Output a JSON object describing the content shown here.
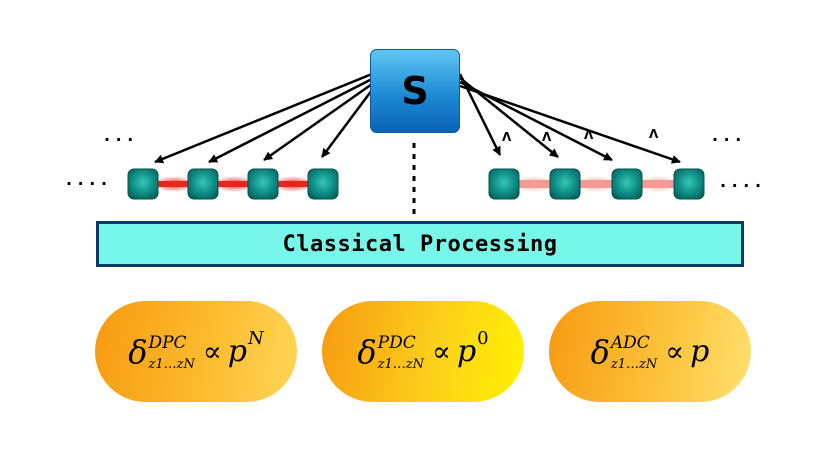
{
  "source": {
    "label": "S"
  },
  "classical_processing": {
    "label": "Classical Processing"
  },
  "ellipsis": {
    "dots3": "· · ·",
    "dots4": "· · · ·"
  },
  "lambda_label": "Λ",
  "formulas": [
    {
      "delta": "δ",
      "superscript": "DPC",
      "subscript": "z1…zN",
      "proportional": "∝",
      "variable": "p",
      "exponent": "N",
      "exponent_style": "italic"
    },
    {
      "delta": "δ",
      "superscript": "PDC",
      "subscript": "z1…zN",
      "proportional": "∝",
      "variable": "p",
      "exponent": "0",
      "exponent_style": "upright"
    },
    {
      "delta": "δ",
      "superscript": "ADC",
      "subscript": "z1…zN",
      "proportional": "∝",
      "variable": "p",
      "exponent": "",
      "exponent_style": "none"
    }
  ],
  "colors": {
    "node": "#0e8f86",
    "link_dark": "#e8251c",
    "link_light": "#f39a92",
    "source_top": "#62c8f5",
    "source_bottom": "#0b63b5",
    "processing_fill": "#76f7ea",
    "processing_border": "#0d3a63",
    "pill_orange": "#f79a12"
  }
}
